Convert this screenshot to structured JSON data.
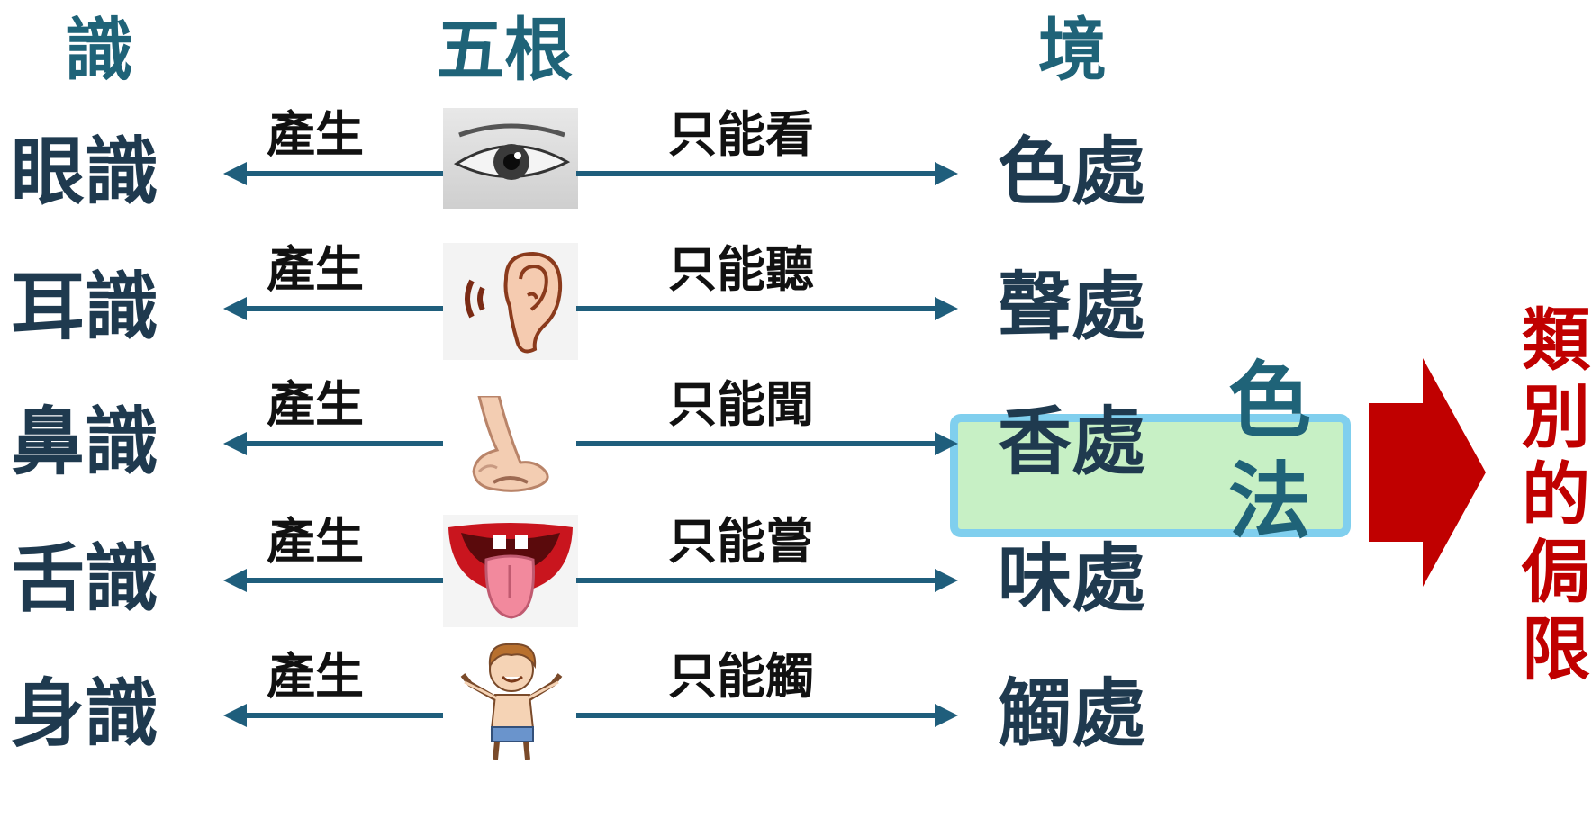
{
  "headers": {
    "consciousness": "識",
    "faculties": "五根",
    "objects": "境"
  },
  "rows": [
    {
      "consciousness": "眼識",
      "produces": "產生",
      "only": "只能看",
      "object": "色處",
      "sense": "eye"
    },
    {
      "consciousness": "耳識",
      "produces": "產生",
      "only": "只能聽",
      "object": "聲處",
      "sense": "ear"
    },
    {
      "consciousness": "鼻識",
      "produces": "產生",
      "only": "只能聞",
      "object": "香處",
      "sense": "nose"
    },
    {
      "consciousness": "舌識",
      "produces": "產生",
      "only": "只能嘗",
      "object": "味處",
      "sense": "tongue"
    },
    {
      "consciousness": "身識",
      "produces": "產生",
      "only": "只能觸",
      "object": "觸處",
      "sense": "body"
    }
  ],
  "dharma": {
    "line1": "色",
    "line2": "法"
  },
  "limitation": {
    "c1": "類",
    "c2": "別",
    "c3": "的",
    "c4": "侷",
    "c5": "限"
  },
  "colors": {
    "heading": "#1f6378",
    "label": "#1f3a4f",
    "arrow": "#1f5e7c",
    "highlight_fill": "#c7f0c5",
    "highlight_border": "#80cfee",
    "limit": "#c00000"
  }
}
